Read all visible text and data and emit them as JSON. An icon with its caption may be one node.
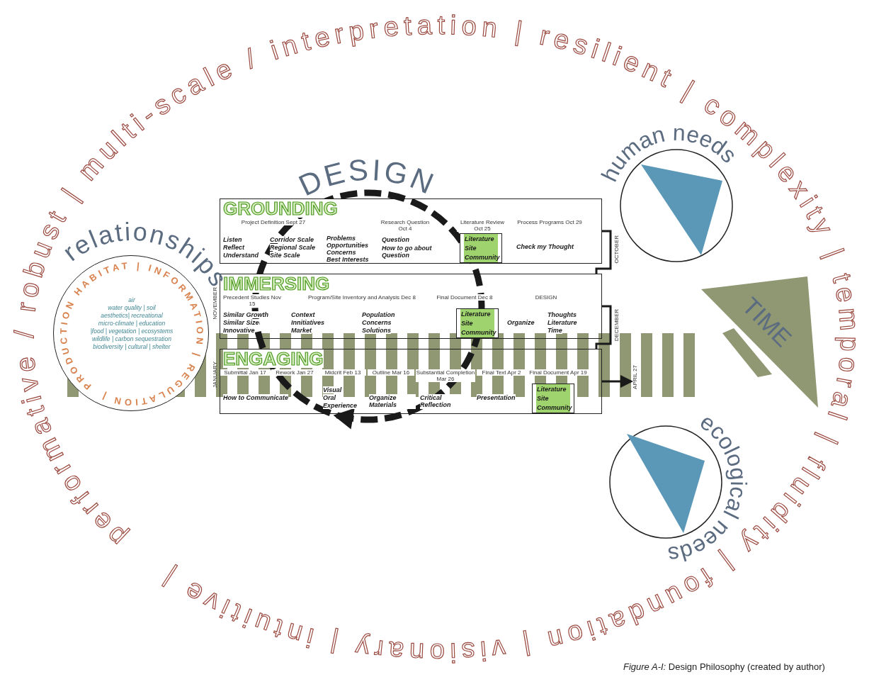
{
  "diagram": {
    "caption": "*Figure A-I:* Design Philosophy (created by author)",
    "nodes": [
      {
        "text": [
          "relationships",
          "PRODUCTION HABITAT | INFORMATION | REGULATION |",
          "air",
          "water quality | soil",
          "aesthetics| recreational",
          "micro-climate | education",
          "|food | vegetation | ecosystems",
          "wildlife | carbon sequestration",
          "biodiversity | cultural | shelter"
        ]
      },
      {
        "text": [
          "DESIGN"
        ]
      },
      {
        "text": [
          "GROUNDING",
          "Project Definition Sept 27",
          "Research Question Oct 4",
          "Literature Review Oct 25",
          "Process Programs Oct 29",
          "Listen",
          "Reflect",
          "Understand",
          "Corridor Scale",
          "Regional Scale",
          "Site Scale",
          "Problems",
          "Opportunities",
          "Concerns",
          "Best Interests",
          "Question",
          "How to go about Question",
          "Check my Thought"
        ]
      },
      {
        "text": [
          "Literature",
          "Site",
          "Community"
        ],
        "in": 2
      },
      {
        "text": [
          "IMMERSING",
          "Precedent Studies Nov 15",
          "Program/Site Inventory and Analysis Dec 8",
          "Final Document Dec 8",
          "DESIGN",
          "Similar Growth",
          "Similar Size",
          "Innovative",
          "Context",
          "Innitiatives",
          "Market",
          "Population",
          "Concerns",
          "Solutions",
          "Organize",
          "Thoughts",
          "Literature",
          "Time"
        ]
      },
      {
        "text": [
          "Literature",
          "Site",
          "Community"
        ],
        "in": 4
      },
      {
        "text": [
          "ENGAGING",
          "Submittal Jan 17",
          "Rework Jan 27",
          "Midcrit Feb 13",
          "Outline Mar 16",
          "Substantial Completion Mar 26",
          "Final Text Apr 2",
          "Final Document Apr 19",
          "How to Communicate",
          "Visual",
          "Oral",
          "Experience",
          "Organize Materials",
          "Critical Reflection",
          "Presentation"
        ]
      },
      {
        "text": [
          "Literature",
          "Site",
          "Community"
        ],
        "in": 6
      },
      {
        "text": [
          "human needs"
        ]
      },
      {
        "text": [
          "ecological needs"
        ]
      },
      {
        "text": [
          "TIME"
        ]
      },
      {
        "text": [
          "APRIL 27"
        ]
      }
    ],
    "edges": [
      {
        "from": 2,
        "to": 4,
        "arrow": "none"
      },
      {
        "from": 4,
        "to": 6,
        "arrow": "none"
      },
      {
        "from": 6,
        "to": 11,
        "arrow": "to"
      }
    ],
    "labels": [
      "performative / robust | multi-scale / interpretation | resilient | complexity | temporal | fluidity | foundation | visionary | intuitive |",
      "NOVEMBER",
      "JANUARY",
      "OCTOBER",
      "DECEMBER"
    ]
  }
}
